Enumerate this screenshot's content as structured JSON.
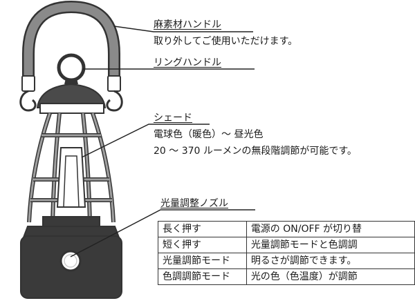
{
  "callouts": {
    "handle": {
      "title": "麻素材ハンドル",
      "desc": "取り外してご使用いただけます。"
    },
    "ring": {
      "title": "リングハンドル"
    },
    "shade": {
      "title": "シェード",
      "desc1": "電球色（暖色）～ 昼光色",
      "desc2": "20 ～ 370 ルーメンの無段階調節が可能です。"
    },
    "knob": {
      "title": "光量調整ノズル"
    }
  },
  "knob_table": {
    "rows": [
      {
        "action": "長く押す",
        "result": "電源の ON/OFF が切り替"
      },
      {
        "action": "短く押す",
        "result": "光量調節モードと色調調"
      },
      {
        "action": "光量調節モード",
        "result": "明るさが調節できます。"
      },
      {
        "action": "色調調節モード",
        "result": "光の色（色温度）が調節"
      }
    ]
  },
  "colors": {
    "outline": "#333333",
    "handle_fill": "#8a8a8a",
    "body_fill": "#3a3a3a",
    "frame_fill": "#9a9a9a"
  }
}
